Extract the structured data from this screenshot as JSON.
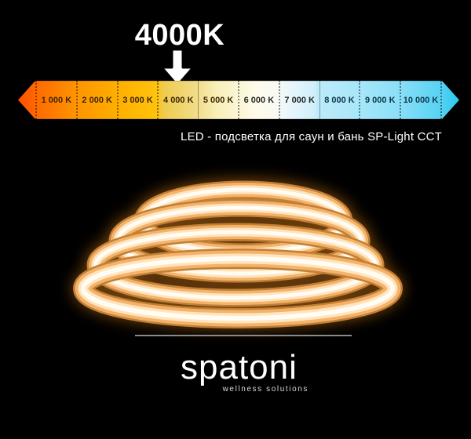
{
  "background": "#000000",
  "title": {
    "text": "4000K"
  },
  "marker": {
    "icon": "down-arrow",
    "color": "#FFFFFF"
  },
  "kelvin_scale": {
    "shape": "double-arrow-bar",
    "segments": [
      {
        "label": "1 000 K",
        "color": "#FF7A00"
      },
      {
        "label": "2 000 K",
        "color": "#FFA600"
      },
      {
        "label": "3 000 K",
        "color": "#FFC10A"
      },
      {
        "label": "4 000 K",
        "color": "#EFCE55"
      },
      {
        "label": "5 000 K",
        "color": "#F7EDB0"
      },
      {
        "label": "6 000 K",
        "color": "#FDFAE6"
      },
      {
        "label": "7 000 K",
        "color": "#DDF3FC"
      },
      {
        "label": "8 000 K",
        "color": "#B4E9FA"
      },
      {
        "label": "9 000 K",
        "color": "#8ADFF7"
      },
      {
        "label": "10 000 K",
        "color": "#45CFF2"
      }
    ],
    "warm_tip_color": "#FF4E00",
    "cool_tip_color": "#2AC8EF"
  },
  "caption": {
    "text": "LED - подсветка для саун и бань SP-Light CCT"
  },
  "product_photo": {
    "subject": "led-neon-strip-coil",
    "glow_core": "#FFFCF4",
    "glow_mid": "#FFE4BE",
    "glow_edge": "#F5B269",
    "glow_halo": "#E08018"
  },
  "brand": {
    "logo": "spatoni",
    "tagline": "wellness solutions"
  }
}
